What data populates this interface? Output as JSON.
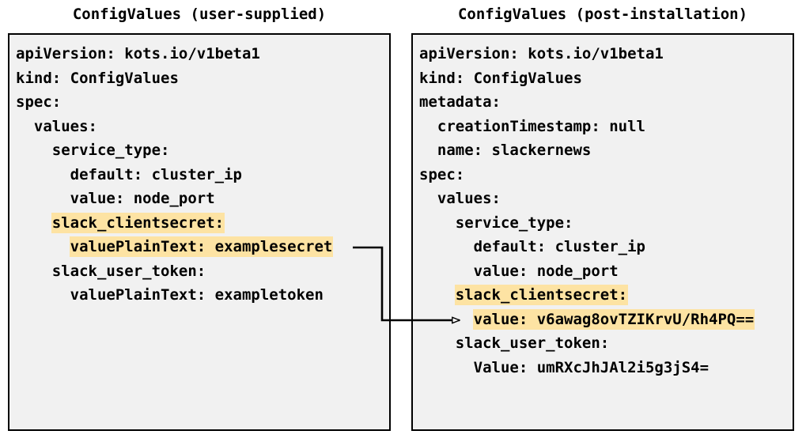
{
  "panels": {
    "left": {
      "title": "ConfigValues (user-supplied)",
      "lines": [
        {
          "text": "apiVersion: kots.io/v1beta1",
          "highlight": false
        },
        {
          "text": "kind: ConfigValues",
          "highlight": false
        },
        {
          "text": "spec:",
          "highlight": false
        },
        {
          "text": "  values:",
          "highlight": false
        },
        {
          "text": "    service_type:",
          "highlight": false
        },
        {
          "text": "      default: cluster_ip",
          "highlight": false
        },
        {
          "text": "      value: node_port",
          "highlight": false
        },
        {
          "text": "    slack_clientsecret:",
          "highlight": true
        },
        {
          "text": "      valuePlainText: examplesecret",
          "highlight": true
        },
        {
          "text": "    slack_user_token:",
          "highlight": false
        },
        {
          "text": "      valuePlainText: exampletoken",
          "highlight": false
        }
      ]
    },
    "right": {
      "title": "ConfigValues (post-installation)",
      "lines": [
        {
          "text": "apiVersion: kots.io/v1beta1",
          "highlight": false
        },
        {
          "text": "kind: ConfigValues",
          "highlight": false
        },
        {
          "text": "metadata:",
          "highlight": false
        },
        {
          "text": "  creationTimestamp: null",
          "highlight": false
        },
        {
          "text": "  name: slackernews",
          "highlight": false
        },
        {
          "text": "spec:",
          "highlight": false
        },
        {
          "text": "  values:",
          "highlight": false
        },
        {
          "text": "    service_type:",
          "highlight": false
        },
        {
          "text": "      default: cluster_ip",
          "highlight": false
        },
        {
          "text": "      value: node_port",
          "highlight": false
        },
        {
          "text": "    slack_clientsecret:",
          "highlight": true
        },
        {
          "text": "      value: v6awag8ovTZIKrvU/Rh4PQ==",
          "highlight": true
        },
        {
          "text": "    slack_user_token:",
          "highlight": false
        },
        {
          "text": "      Value: umRXcJhJAl2i5g3jS4=",
          "highlight": false
        }
      ]
    }
  },
  "connector": {
    "from_label": "valuePlainText: examplesecret",
    "to_label": "value: v6awag8ovTZIKrvU/Rh4PQ==",
    "color": "#000000"
  },
  "colors": {
    "highlight": "#fde3a3",
    "panel_background": "#f1f1f1",
    "panel_border": "#000000",
    "text": "#000000",
    "page_background": "#ffffff"
  }
}
